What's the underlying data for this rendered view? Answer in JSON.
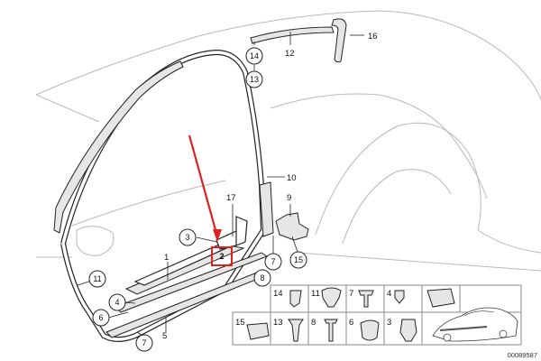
{
  "parts": {
    "p1": "1",
    "p2": "2",
    "p3": "3",
    "p4": "4",
    "p5": "5",
    "p6": "6",
    "p7": "7",
    "p8": "8",
    "p9": "9",
    "p10": "10",
    "p11": "11",
    "p12": "12",
    "p13": "13",
    "p14": "14",
    "p15": "15",
    "p16": "16",
    "p17": "17"
  },
  "legend": {
    "cells": [
      "14",
      "11",
      "7",
      "4",
      "",
      "15",
      "13",
      "8",
      "6",
      "3"
    ]
  },
  "highlight": {
    "color": "#e02020",
    "target": "2"
  },
  "catalog_number": "00089587"
}
